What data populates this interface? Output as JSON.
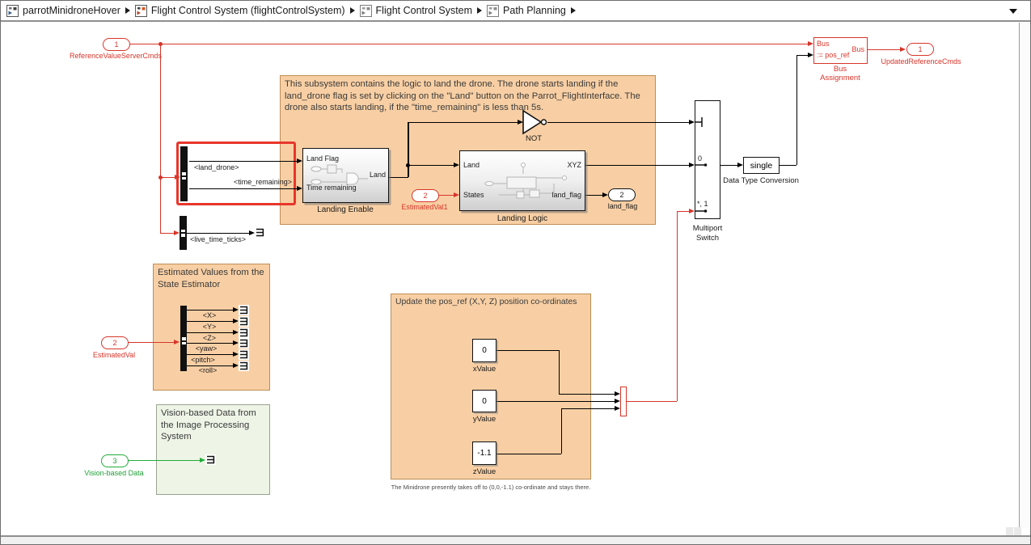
{
  "breadcrumb": {
    "items": [
      {
        "label": "parrotMinidroneHover"
      },
      {
        "label": "Flight Control System (flightControlSystem)"
      },
      {
        "label": "Flight Control System"
      },
      {
        "label": "Path Planning"
      }
    ]
  },
  "ports": {
    "ref_in": {
      "num": "1",
      "label": "ReferenceValueServerCmds"
    },
    "estimated_in": {
      "num": "2",
      "label": "EstimatedVal"
    },
    "estimated1_in": {
      "num": "2",
      "label": "EstimatedVal1"
    },
    "vision_in": {
      "num": "3",
      "label": "Vision-based Data"
    },
    "updated_out": {
      "num": "1",
      "label": "UpdatedReferenceCmds"
    },
    "landflag_out": {
      "num": "2",
      "label": "land_flag"
    }
  },
  "blocks": {
    "landing_enable": {
      "name": "Landing Enable",
      "port_in1": "Land Flag",
      "port_in2": "Time remaining",
      "port_out": "Land"
    },
    "landing_logic": {
      "name": "Landing Logic",
      "port_in1": "Land",
      "port_in2": "States",
      "port_out1": "XYZ",
      "port_out2": "land_flag"
    },
    "not_gate": {
      "name": "NOT"
    },
    "multiport_switch": {
      "name_line1": "Multiport",
      "name_line2": "Switch",
      "mark0": "0",
      "mark1": "*, 1"
    },
    "data_type_conversion": {
      "value": "single",
      "name": "Data Type Conversion"
    },
    "bus_assignment": {
      "port_in1": "Bus",
      "port_in2": ":= pos_ref",
      "port_out": "Bus",
      "name_line1": "Bus",
      "name_line2": "Assignment"
    },
    "x_value": {
      "value": "0",
      "name": "xValue"
    },
    "y_value": {
      "value": "0",
      "name": "yValue"
    },
    "z_value": {
      "value": "-1.1",
      "name": "zValue"
    }
  },
  "signals": {
    "land_drone": "<land_drone>",
    "time_remaining": "<time_remaining>",
    "live_time_ticks": "<live_time_ticks>",
    "estimated": [
      "<X>",
      "<Y>",
      "<Z>",
      "<yaw>",
      "<pitch>",
      "<roll>"
    ]
  },
  "annotations": {
    "landing_note": "This subsystem contains the logic to land the drone. The drone starts landing if the land_drone flag is set by clicking on the  \"Land\" button on the Parrot_FlightInterface. The drone also starts landing, if the \"time_remaining\" is less than 5s.",
    "estimated_title": "Estimated Values from the State Estimator",
    "vision_title": "Vision-based Data from the Image Processing System",
    "update_title": "Update the pos_ref (X,Y, Z) position co-ordinates",
    "takeoff_caption": "The Minidrone presently takes off to (0,0,-1.1) co-ordinate and stays there."
  },
  "colors": {
    "signal_red": "#d8352a",
    "signal_green": "#22ac38",
    "annotation_orange_fill": "#f8cfa4",
    "annotation_green_fill": "#eef4e6",
    "highlight_red": "#e8362b",
    "block_border": "#111111"
  }
}
